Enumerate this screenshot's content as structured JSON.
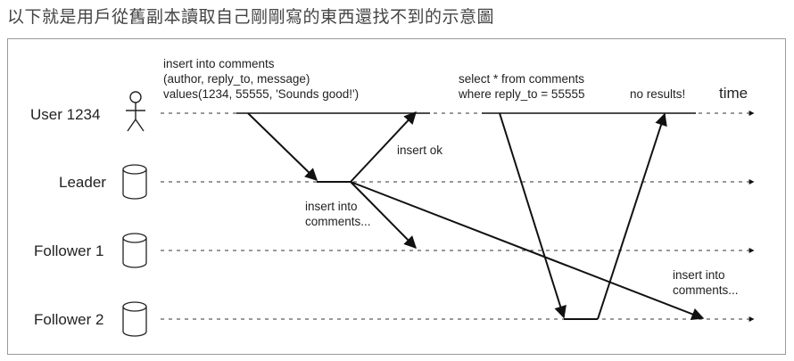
{
  "caption": "以下就是用戶從舊副本讀取自己剛剛寫的東西還找不到的示意圖",
  "diagram": {
    "time_label": "time",
    "actors": [
      {
        "name": "User 1234",
        "icon": "stick-figure-icon"
      },
      {
        "name": "Leader",
        "icon": "database-cylinder-icon"
      },
      {
        "name": "Follower 1",
        "icon": "database-cylinder-icon"
      },
      {
        "name": "Follower 2",
        "icon": "database-cylinder-icon"
      }
    ],
    "write_request": [
      "insert into comments",
      "(author, reply_to, message)",
      "values(1234, 55555, 'Sounds good!')"
    ],
    "insert_ok": "insert ok",
    "replication_follower1": [
      "insert into",
      "comments..."
    ],
    "replication_follower2": [
      "insert into",
      "comments..."
    ],
    "read_request": [
      "select * from comments",
      "where reply_to = 55555"
    ],
    "read_result": "no results!"
  }
}
